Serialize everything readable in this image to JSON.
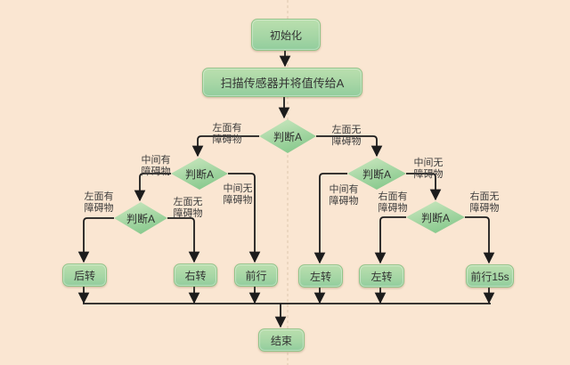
{
  "colors": {
    "background": "#fae6d2",
    "node_gradient_top": "#badfae",
    "node_gradient_bottom": "#92cd9d",
    "diamond_gradient_top": "#cfe9c2",
    "diamond_gradient_bottom": "#7dc485",
    "connector": "#1c1c1c",
    "divider_dash": "#e6d0b8",
    "text": "#333333"
  },
  "nodes": {
    "start": "初始化",
    "scan": "扫描传感器并将值传给A",
    "d1": "判断A",
    "d2l": "判断A",
    "d2r": "判断A",
    "d3l": "判断A",
    "d3r": "判断A",
    "turn_back": "后转",
    "turn_right": "右转",
    "forward": "前行",
    "turn_left_a": "左转",
    "turn_left_b": "左转",
    "forward15": "前行15s",
    "end": "结束"
  },
  "edge_labels": {
    "d1_left": "左面有\n障碍物",
    "d1_right": "左面无\n障碍物",
    "d2l_left": "中间有\n障碍物",
    "d2l_right": "中间无\n障碍物",
    "d3l_left": "左面有\n障碍物",
    "d3l_right": "左面无\n障碍物",
    "d2r_left": "中间有\n障碍物",
    "d2r_right": "中间无\n障碍物",
    "d3r_left": "右面有\n障碍物",
    "d3r_right": "右面无\n障碍物"
  }
}
